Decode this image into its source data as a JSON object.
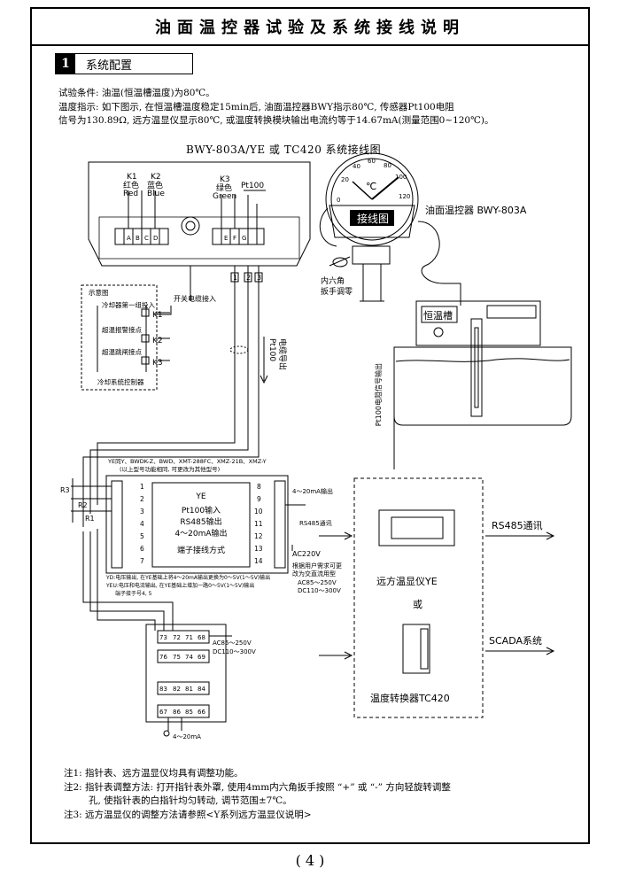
{
  "page": {
    "title": "油面温控器试验及系统接线说明",
    "page_number": "( 4 )"
  },
  "section": {
    "number": "1",
    "label": "系统配置"
  },
  "intro": {
    "line1": "试验条件: 油温(恒温槽温度)为80℃。",
    "line2": "温度指示: 如下图示, 在恒温槽温度稳定15min后, 油面温控器BWY指示80℃, 传感器Pt100电阻",
    "line3": "信号为130.89Ω, 远方温显仪显示80℃, 或温度转换模块输出电流约等于14.67mA(测量范围0~120℃)。"
  },
  "diagram": {
    "title": "BWY-803A/YE 或 TC420 系统接线图",
    "k1": "K1",
    "k1_cn": "红色",
    "k1_en": "Red",
    "k2": "K2",
    "k2_cn": "蓝色",
    "k2_en": "Blue",
    "k3": "K3",
    "k3_cn": "绿色",
    "k3_en": "Green",
    "pt100": "Pt100",
    "terminal_labels": [
      "A",
      "B",
      "C",
      "D",
      "E",
      "F",
      "G"
    ],
    "switch_in": "开关电缆接入",
    "wire_1": "1",
    "wire_2": "2",
    "wire_3": "3",
    "schematic_title": "示意图",
    "schem_row1": "冷却器第一组投入",
    "schem_row2": "超温报警接点",
    "schem_row3": "超温跳闸接点",
    "schem_bottom": "冷却系统控制器",
    "pt100_cable": "Pt100",
    "pt100_cable2": "电缆导出",
    "gauge_unit": "℃",
    "gauge_badge": "接线图",
    "gauge_ticks": [
      "0",
      "20",
      "40",
      "60",
      "80",
      "100",
      "120"
    ],
    "thermo_label": "油面温控器 BWY-803A",
    "hex_label1": "内六角",
    "hex_label2": "扳手调零",
    "bath_label": "恒温槽",
    "pt100_signal": "Pt100电阻信号输出",
    "ye_compat": "YE同Y、BWDK-Z、BWD、XMT-288FC、XMZ-21B、XMZ-Y",
    "ye_compat2": "(以上型号功能相同, 可更改为其他型号)",
    "ye_box_title": "YE",
    "ye_in1": "Pt100输入",
    "ye_in2": "RS485输出",
    "ye_in3": "4～20mA输出",
    "ye_box_sub": "端子接线方式",
    "ye_left_terms": [
      "1",
      "2",
      "3",
      "4",
      "5",
      "6",
      "7"
    ],
    "ye_right_terms": [
      "8",
      "9",
      "10",
      "11",
      "12",
      "13",
      "14"
    ],
    "r1": "R1",
    "r2": "R2",
    "r3": "R3",
    "out_420": "4～20mA输出",
    "rs485_comm": "RS485通讯",
    "ac220": "AC220V",
    "power_note1": "根据用户需求可更",
    "power_note2": "改为交直流用型",
    "power_note3": "AC85～250V",
    "power_note4": "DC110～300V",
    "ye_note1": "YD:电压输出, 在YE基础上将4～20mA输出更换为0～5V(1～5V)输出",
    "ye_note2": "YEU:电压和电流输出, 在YE基础上增加一路0～5V(1～5V)输出",
    "ye_note3": "端子接于号4, 5",
    "tc_terms_r1": [
      "73",
      "72",
      "71",
      "68"
    ],
    "tc_terms_r2": [
      "76",
      "75",
      "74",
      "69"
    ],
    "tc_terms_r3": [
      "83",
      "82",
      "81",
      "84"
    ],
    "tc_terms_r4": [
      "67",
      "86",
      "85",
      "66"
    ],
    "tc_power1": "AC85～250V",
    "tc_power2": "DC110～300V",
    "tc_out": "4～20mA",
    "remote_label": "远方温显仪YE",
    "or_label": "或",
    "tc420_label": "温度转换器TC420",
    "rs485_out": "RS485通讯",
    "scada_out": "SCADA系统"
  },
  "notes": {
    "n1": "注1: 指针表、远方温显仪均具有调整功能。",
    "n2": "注2: 指针表调整方法: 打开指针表外罩, 使用4mm内六角扳手按照 “+” 或 “-” 方向轻旋转调整",
    "n2b": "孔, 使指针表的白指针均匀转动, 调节范围±7℃。",
    "n3": "注3: 远方温显仪的调整方法请参照<Y系列远方温显仪说明>"
  }
}
